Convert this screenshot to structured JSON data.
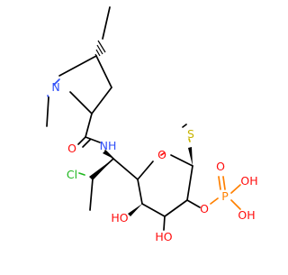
{
  "atoms": {
    "n_ring": "N",
    "o_carbonyl": "O",
    "nh": "NH",
    "cl": "Cl",
    "o_ring": "O",
    "s": "S",
    "o_phos_double": "O",
    "oh_phos_top": "OH",
    "o_phos_ester": "O",
    "p": "P",
    "oh_phos_bottom": "OH",
    "ho_left": "HO",
    "ho_bottom": "HO"
  },
  "colors": {
    "carbon": "#000000",
    "nitrogen": "#3050f8",
    "oxygen": "#ff0d0d",
    "sulfur": "#c8b400",
    "phosphorus": "#ff8000",
    "chlorine": "#1fb81f"
  }
}
